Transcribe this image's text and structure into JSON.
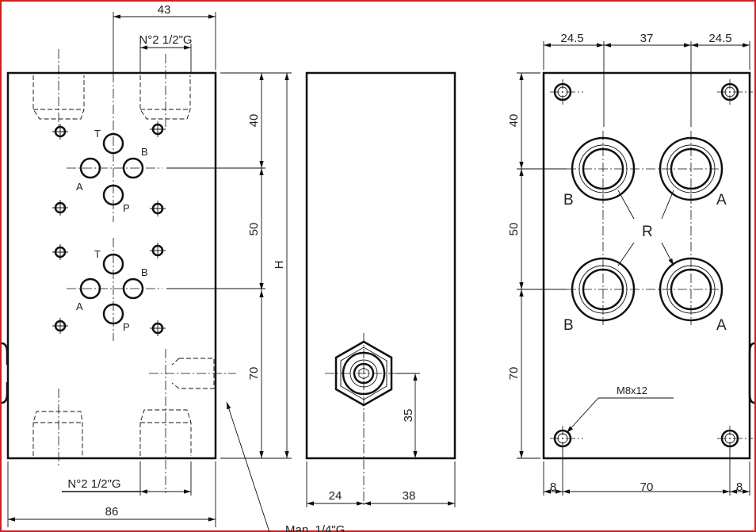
{
  "front_view": {
    "dim_width_top": "43",
    "dim_port_top": "N°2 1/2\"G",
    "dim_port_bottom": "N°2 1/2\"G",
    "dim_total_width": "86",
    "dim_v1": "40",
    "dim_v2": "50",
    "dim_v3": "70",
    "dim_height": "H",
    "port_labels": [
      "T",
      "A",
      "B",
      "P",
      "T",
      "A",
      "B",
      "P"
    ],
    "gauge_port": "Man. 1/4\"G"
  },
  "side_view": {
    "dim_plug_height": "35",
    "dim_left": "24",
    "dim_right": "38"
  },
  "rear_view": {
    "dim_top": [
      "24.5",
      "37",
      "24.5"
    ],
    "dim_v1": "40",
    "dim_v2": "50",
    "dim_v3": "70",
    "port_labels": [
      "B",
      "A",
      "B",
      "A"
    ],
    "relief_label": "R",
    "screw_label": "M8x12",
    "dim_bottom": [
      "8",
      "70",
      "8"
    ]
  }
}
